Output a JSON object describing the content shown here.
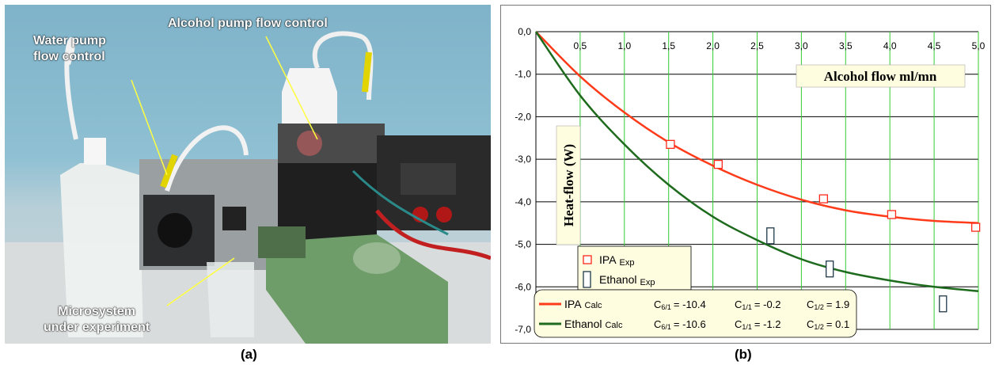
{
  "photo": {
    "labels": {
      "water_pump": "Water pump\nflow control",
      "alcohol_pump": "Alcohol pump flow control",
      "microsystem": "Microsystem\nunder experiment"
    },
    "panel_label": "(a)"
  },
  "chart_panel_label": "(b)",
  "chart_data": {
    "type": "line",
    "xlabel": "Alcohol flow ml/mn",
    "ylabel": "Heat-flow (W)",
    "xlim": [
      0,
      5
    ],
    "ylim": [
      -7,
      0
    ],
    "x_ticks": [
      "0,5",
      "1,0",
      "1,5",
      "2,0",
      "2,5",
      "3,0",
      "3,5",
      "4,0",
      "4,5",
      "5,0"
    ],
    "y_ticks": [
      "0,0",
      "-1,0",
      "-2,0",
      "-3,0",
      "-4,0",
      "-5,0",
      "-6,0",
      "-7,0"
    ],
    "grid": true,
    "series": [
      {
        "name": "IPA Calc",
        "kind": "line",
        "color": "#ff3b1a",
        "x": [
          0,
          0.5,
          1.0,
          1.5,
          2.0,
          2.5,
          3.0,
          3.5,
          4.0,
          4.5,
          5.0
        ],
        "y": [
          0,
          -1.05,
          -1.9,
          -2.6,
          -3.15,
          -3.6,
          -3.95,
          -4.2,
          -4.35,
          -4.45,
          -4.5
        ]
      },
      {
        "name": "Ethanol Calc",
        "kind": "line",
        "color": "#1e6b1e",
        "x": [
          0,
          0.5,
          1.0,
          1.5,
          2.0,
          2.5,
          3.0,
          3.5,
          4.0,
          4.5,
          5.0
        ],
        "y": [
          0,
          -1.5,
          -2.65,
          -3.6,
          -4.35,
          -4.9,
          -5.35,
          -5.65,
          -5.85,
          -6.0,
          -6.1
        ]
      },
      {
        "name": "IPA Exp",
        "kind": "marker",
        "color": "#ff2a1a",
        "x": [
          1.52,
          2.06,
          3.25,
          4.02,
          4.97
        ],
        "y": [
          -2.65,
          -3.12,
          -3.93,
          -4.3,
          -4.6
        ]
      },
      {
        "name": "Ethanol Exp",
        "kind": "marker",
        "color": "#1f3a4a",
        "x": [
          2.65,
          3.32,
          4.6
        ],
        "y": [
          -4.8,
          -5.58,
          -6.4
        ]
      }
    ],
    "legend_exp": {
      "placement": "lower-left",
      "entries": [
        {
          "series": "IPA",
          "subscript": "Exp",
          "color": "#ff2a1a"
        },
        {
          "series": "Ethanol",
          "subscript": "Exp",
          "color": "#1f3a4a"
        }
      ]
    },
    "legend_calc": {
      "placement": "bottom",
      "entries": [
        {
          "series": "IPA",
          "subscript": "Calc",
          "color": "#ff3b1a",
          "coefs": [
            {
              "c": "C",
              "sub": "6/1",
              "val": "= -10.4"
            },
            {
              "c": "C",
              "sub": "1/1",
              "val": "= -0.2"
            },
            {
              "c": "C",
              "sub": "1/2",
              "val": "= 1.9"
            }
          ]
        },
        {
          "series": "Ethanol",
          "subscript": "Calc",
          "color": "#1e6b1e",
          "coefs": [
            {
              "c": "C",
              "sub": "6/1",
              "val": "= -10.6"
            },
            {
              "c": "C",
              "sub": "1/1",
              "val": "= -1.2"
            },
            {
              "c": "C",
              "sub": "1/2",
              "val": "= 0.1"
            }
          ]
        }
      ]
    }
  }
}
